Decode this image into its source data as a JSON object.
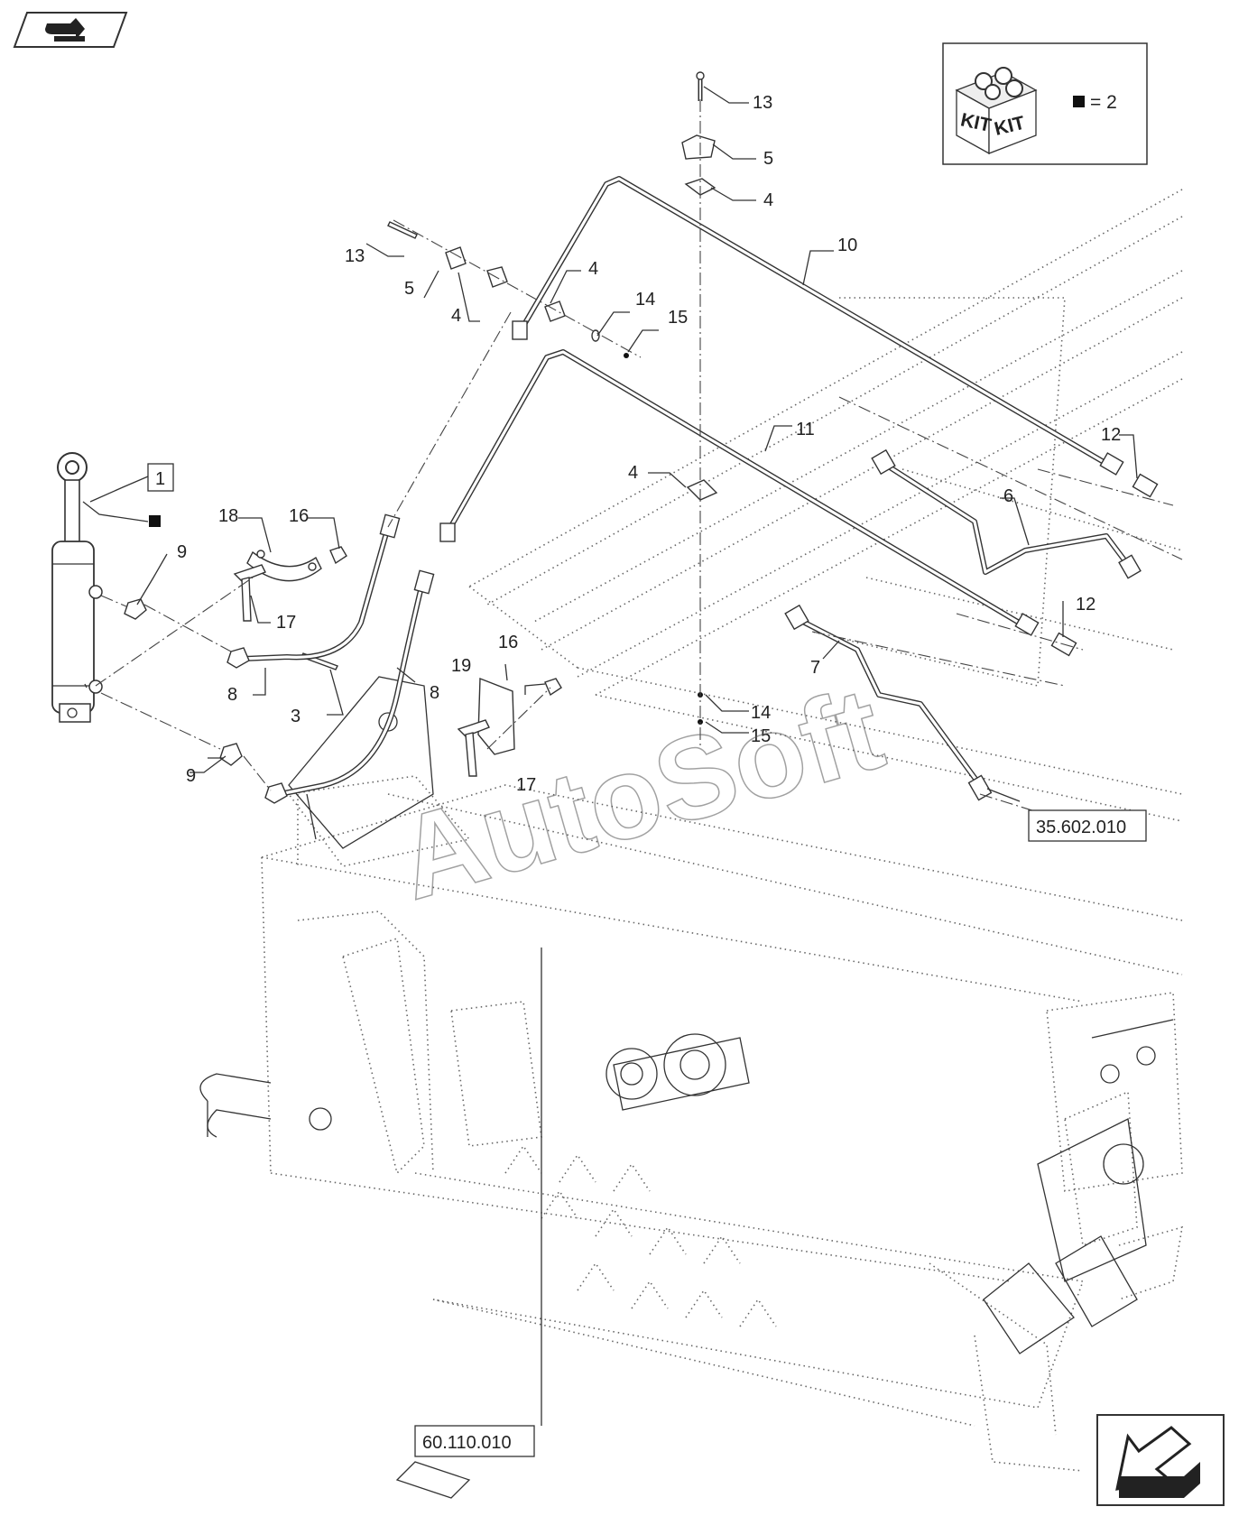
{
  "callouts": {
    "c1": "1",
    "c3": "3",
    "c4a": "4",
    "c4b": "4",
    "c4c": "4",
    "c4d": "4",
    "c5a": "5",
    "c5b": "5",
    "c6": "6",
    "c7": "7",
    "c8a": "8",
    "c8b": "8",
    "c9a": "9",
    "c9b": "9",
    "c10": "10",
    "c11": "11",
    "c12a": "12",
    "c12b": "12",
    "c13a": "13",
    "c13b": "13",
    "c14a": "14",
    "c14b": "14",
    "c15a": "15",
    "c15b": "15",
    "c16a": "16",
    "c16b": "16",
    "c17a": "17",
    "c17b": "17",
    "c18": "18",
    "c19": "19"
  },
  "references": {
    "ref_right": "35.602.010",
    "ref_bottom": "60.110.010"
  },
  "kit_box": {
    "label_left": "KIT",
    "label_right": "KIT",
    "qty": "= 2"
  },
  "watermark": "AutoSoft",
  "icons": {
    "top_left": "pointing-hand-icon",
    "bottom_right": "arrow-back-icon",
    "kit": "kit-box-icon"
  }
}
